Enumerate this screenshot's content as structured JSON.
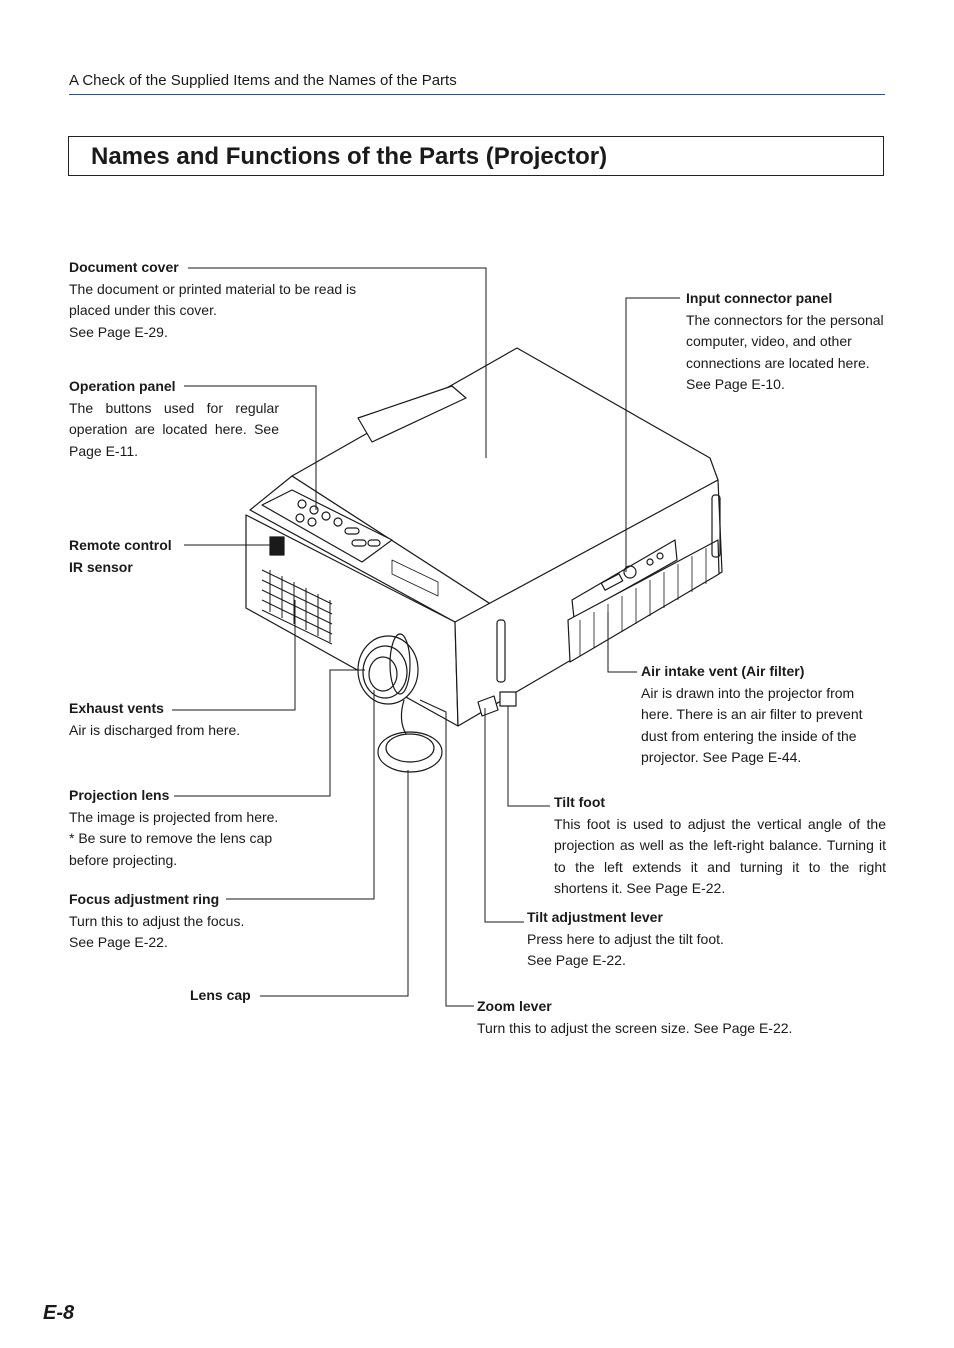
{
  "header": {
    "section_title": "A Check of the Supplied Items and the Names of the Parts",
    "rule_color": "#2f4f8f"
  },
  "page_title": "Names and Functions of the Parts (Projector)",
  "callouts": {
    "document_cover": {
      "title": "Document cover",
      "desc": "The document or printed material to be read is placed under this cover.",
      "ref": "See Page E-29."
    },
    "operation_panel": {
      "title": "Operation panel",
      "desc": "The buttons used for regular operation are located here. See Page E-11."
    },
    "remote_sensor": {
      "title_line1": "Remote control",
      "title_line2": "IR sensor"
    },
    "exhaust_vents": {
      "title": "Exhaust vents",
      "desc": "Air is discharged from here."
    },
    "projection_lens": {
      "title": "Projection lens",
      "desc": "The image is projected from here.",
      "note": "* Be sure to remove the lens cap before projecting."
    },
    "focus_ring": {
      "title": "Focus adjustment ring",
      "desc": "Turn this to adjust the focus.",
      "ref": "See Page E-22."
    },
    "lens_cap": {
      "title": "Lens cap"
    },
    "input_panel": {
      "title": "Input connector panel",
      "desc": "The connectors for the personal computer, video, and other connections are located here.",
      "ref": "See Page E-10."
    },
    "air_intake": {
      "title": "Air intake vent (Air filter)",
      "desc": "Air is drawn into the projector from here. There is an air filter to prevent dust from entering the inside of the projector. See Page E-44."
    },
    "tilt_foot": {
      "title": "Tilt foot",
      "desc": "This foot is used to adjust the vertical angle of the projection as well as the left-right balance. Turning it to the left extends it and turning it to the right shortens it. See Page E-22."
    },
    "tilt_lever": {
      "title": "Tilt adjustment lever",
      "desc": "Press here to adjust the tilt foot.",
      "ref": "See Page E-22."
    },
    "zoom_lever": {
      "title": "Zoom lever",
      "desc": "Turn this to adjust the screen size. See Page E-22."
    }
  },
  "page_number": "E-8"
}
